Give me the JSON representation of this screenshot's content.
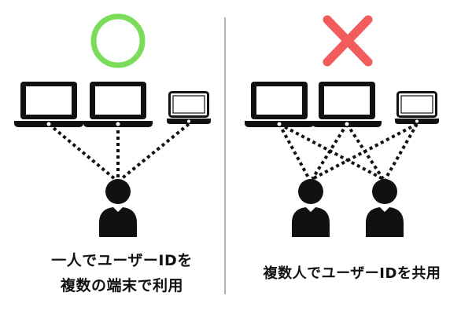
{
  "panels": {
    "left": {
      "verdict_icon": "circle-ok-icon",
      "verdict_color": "#7bdc5a",
      "caption_lines": [
        "一人でユーザーIDを",
        "複数の端末で利用"
      ]
    },
    "right": {
      "verdict_icon": "cross-ng-icon",
      "verdict_color": "#f25c5c",
      "caption": "複数人でユーザーIDを共用"
    }
  },
  "icons": {
    "device": "laptop-icon",
    "device_small": "tablet-icon",
    "user": "person-icon"
  },
  "colors": {
    "ink": "#111111",
    "divider": "#9a9a9a"
  }
}
